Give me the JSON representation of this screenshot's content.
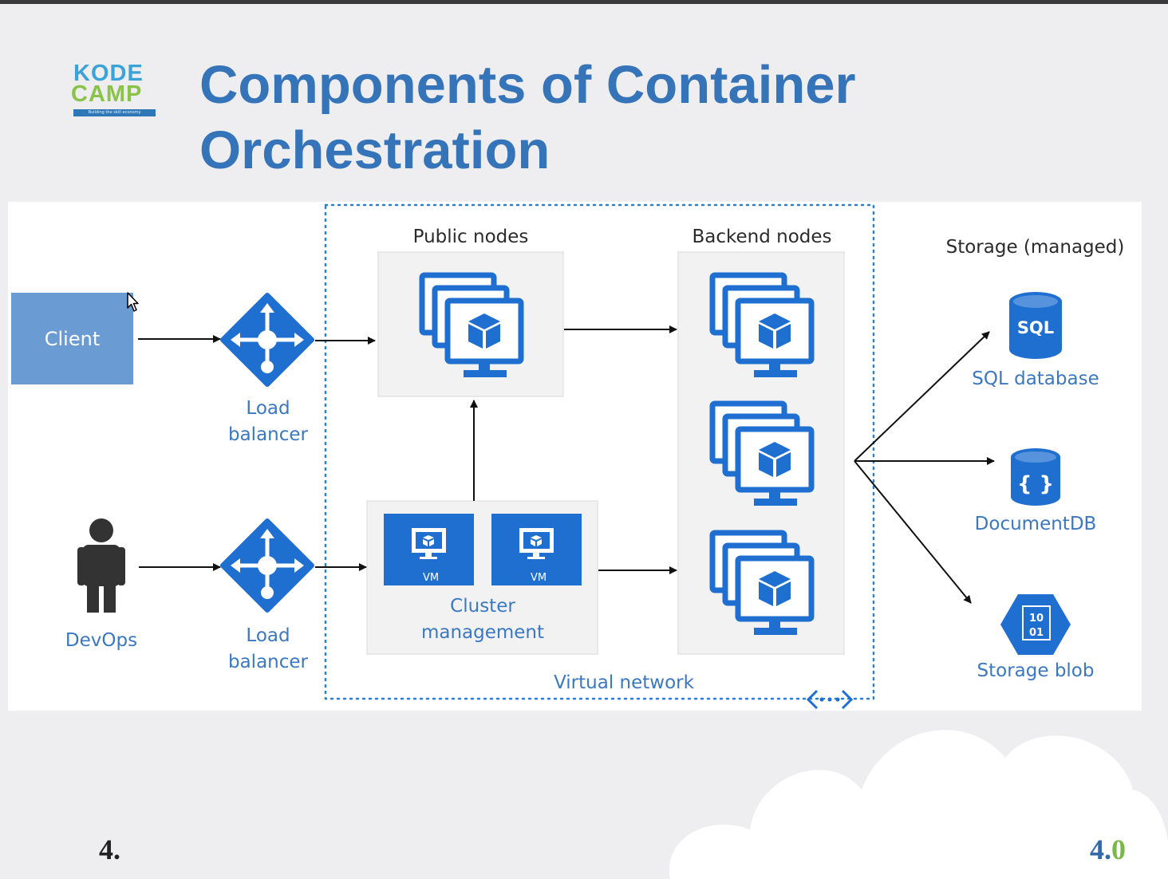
{
  "slide": {
    "title": "Components of Container Orchestration",
    "logo": {
      "line1": "KODE",
      "line2": "CAMP",
      "tagline": "Building the skill economy"
    },
    "footer_left": "4.",
    "footer_right_a": "4.",
    "footer_right_b": "0"
  },
  "diagram": {
    "client": "Client",
    "devops": "DevOps",
    "load_balancer_1": {
      "line1": "Load",
      "line2": "balancer"
    },
    "load_balancer_2": {
      "line1": "Load",
      "line2": "balancer"
    },
    "public_nodes": "Public nodes",
    "backend_nodes": "Backend nodes",
    "cluster_management": {
      "line1": "Cluster",
      "line2": "management"
    },
    "vm_label": "VM",
    "virtual_network": "Virtual network",
    "storage": {
      "title": "Storage (managed)",
      "sql_icon_text": "SQL",
      "sql": "SQL database",
      "docdb_icon_text": "{ }",
      "documentdb": "DocumentDB",
      "blob_icon_line1": "10",
      "blob_icon_line2": "01",
      "blob": "Storage blob"
    }
  },
  "colors": {
    "title": "#3574b9",
    "icon_blue": "#1f6fd0",
    "label_blue": "#3b78c2",
    "client_fill": "#6a9bd3",
    "node_box": "#f2f2f2",
    "dotted_border": "#2a7fd0"
  }
}
